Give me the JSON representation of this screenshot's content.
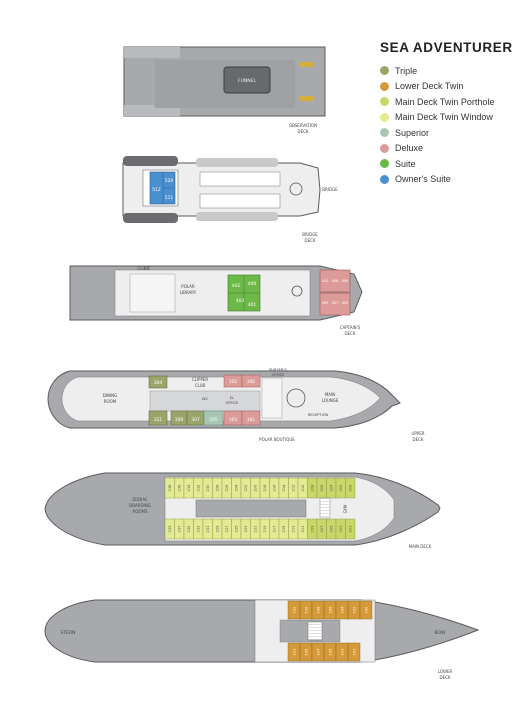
{
  "title": "SEA ADVENTURER",
  "legend": [
    {
      "label": "Triple",
      "color": "#9aa56a"
    },
    {
      "label": "Lower Deck Twin",
      "color": "#d49a3a"
    },
    {
      "label": "Main Deck Twin Porthole",
      "color": "#c9d76a"
    },
    {
      "label": "Main Deck Twin Window",
      "color": "#e4ea93"
    },
    {
      "label": "Superior",
      "color": "#a9c6b4"
    },
    {
      "label": "Deluxe",
      "color": "#dc9a98"
    },
    {
      "label": "Suite",
      "color": "#6cb848"
    },
    {
      "label": "Owner's Suite",
      "color": "#4a8fcf"
    }
  ],
  "decks": {
    "observation": {
      "label_1": "OBSERVATION",
      "label_2": "DECK",
      "funnel": "FUNNEL"
    },
    "bridge": {
      "label_1": "BRIDGE",
      "label_2": "DECK",
      "bridge": "BRIDGE",
      "cabins": [
        "520",
        "512",
        "511"
      ]
    },
    "captains": {
      "label_1": "CAPTAIN'S",
      "label_2": "DECK",
      "clinic": "CLINIC",
      "library_1": "POLAR",
      "library_2": "LIBRARY",
      "suites": [
        "402",
        "400",
        "403",
        "401"
      ],
      "deluxe": [
        "410",
        "408",
        "406",
        "409",
        "407",
        "405"
      ]
    },
    "upper": {
      "label_1": "UPPER",
      "label_2": "DECK",
      "dining_1": "DINING",
      "dining_2": "ROOM",
      "clipper_1": "CLIPPER",
      "clipper_2": "CLUB",
      "purser_1": "PURSER'S",
      "purser_2": "OFFICE",
      "lounge_1": "MAIN",
      "lounge_2": "LOUNGE",
      "reception": "RECEPTION",
      "el_office_1": "EL",
      "el_office_2": "OFFICE",
      "wc": "WC",
      "boutique": "POLAR BOUTIQUE",
      "cabins_top": [
        "304",
        "302",
        "300"
      ],
      "cabins_bottom": [
        "311",
        "309",
        "307",
        "305",
        "303",
        "301"
      ]
    },
    "main": {
      "label_1": "MAIN DECK",
      "zodiac": [
        "ZODIAC",
        "BOARDING",
        "ROOMS"
      ],
      "gym": "GYM",
      "cabins_top": [
        "238",
        "236",
        "234",
        "232",
        "230",
        "228",
        "226",
        "224",
        "222",
        "220",
        "218",
        "216",
        "214",
        "212",
        "210",
        "208",
        "206",
        "204",
        "202",
        "200"
      ],
      "cabins_bottom": [
        "239",
        "237",
        "235",
        "233",
        "231",
        "229",
        "227",
        "225",
        "223",
        "221",
        "219",
        "217",
        "215",
        "213",
        "211",
        "209",
        "207",
        "205",
        "203",
        "201"
      ]
    },
    "lower": {
      "label_1": "LOWER",
      "label_2": "DECK",
      "stern": "STERN",
      "bow": "BOW",
      "cabins_top": [
        "112",
        "110",
        "108",
        "106",
        "104",
        "102",
        "100"
      ],
      "cabins_bottom": [
        "111",
        "109",
        "107",
        "105",
        "103",
        "101"
      ]
    }
  }
}
